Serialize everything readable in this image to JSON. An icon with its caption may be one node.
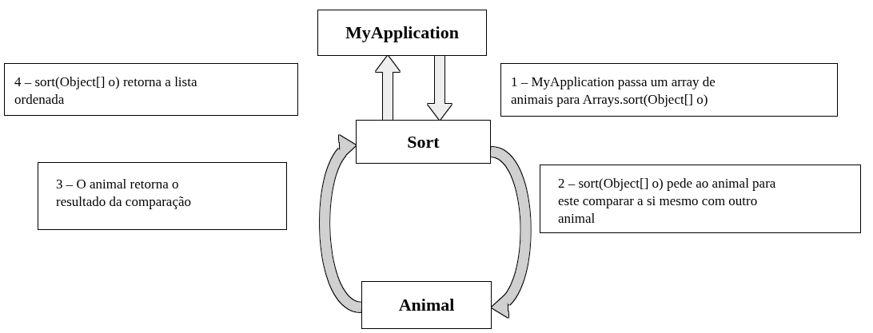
{
  "diagram": {
    "nodes": [
      {
        "text": [
          "MyApplication"
        ]
      },
      {
        "text": [
          "4 – sort(Object[] o) retorna a lista ordenada"
        ]
      },
      {
        "text": [
          "1 – MyApplication passa um array de animais para Arrays.sort(Object[]  o)"
        ]
      },
      {
        "text": [
          "Sort"
        ]
      },
      {
        "text": [
          "3 – O animal retorna o resultado da comparação"
        ]
      },
      {
        "text": [
          "2 – sort(Object[] o) pede ao animal para este comparar a si mesmo com outro animal"
        ]
      },
      {
        "text": [
          "Animal"
        ]
      }
    ],
    "edges": [
      {
        "from": 3,
        "to": 0,
        "arrow": "to"
      },
      {
        "from": 0,
        "to": 3,
        "arrow": "to"
      },
      {
        "from": 3,
        "to": 6,
        "arrow": "to"
      },
      {
        "from": 6,
        "to": 3,
        "arrow": "to"
      }
    ]
  }
}
